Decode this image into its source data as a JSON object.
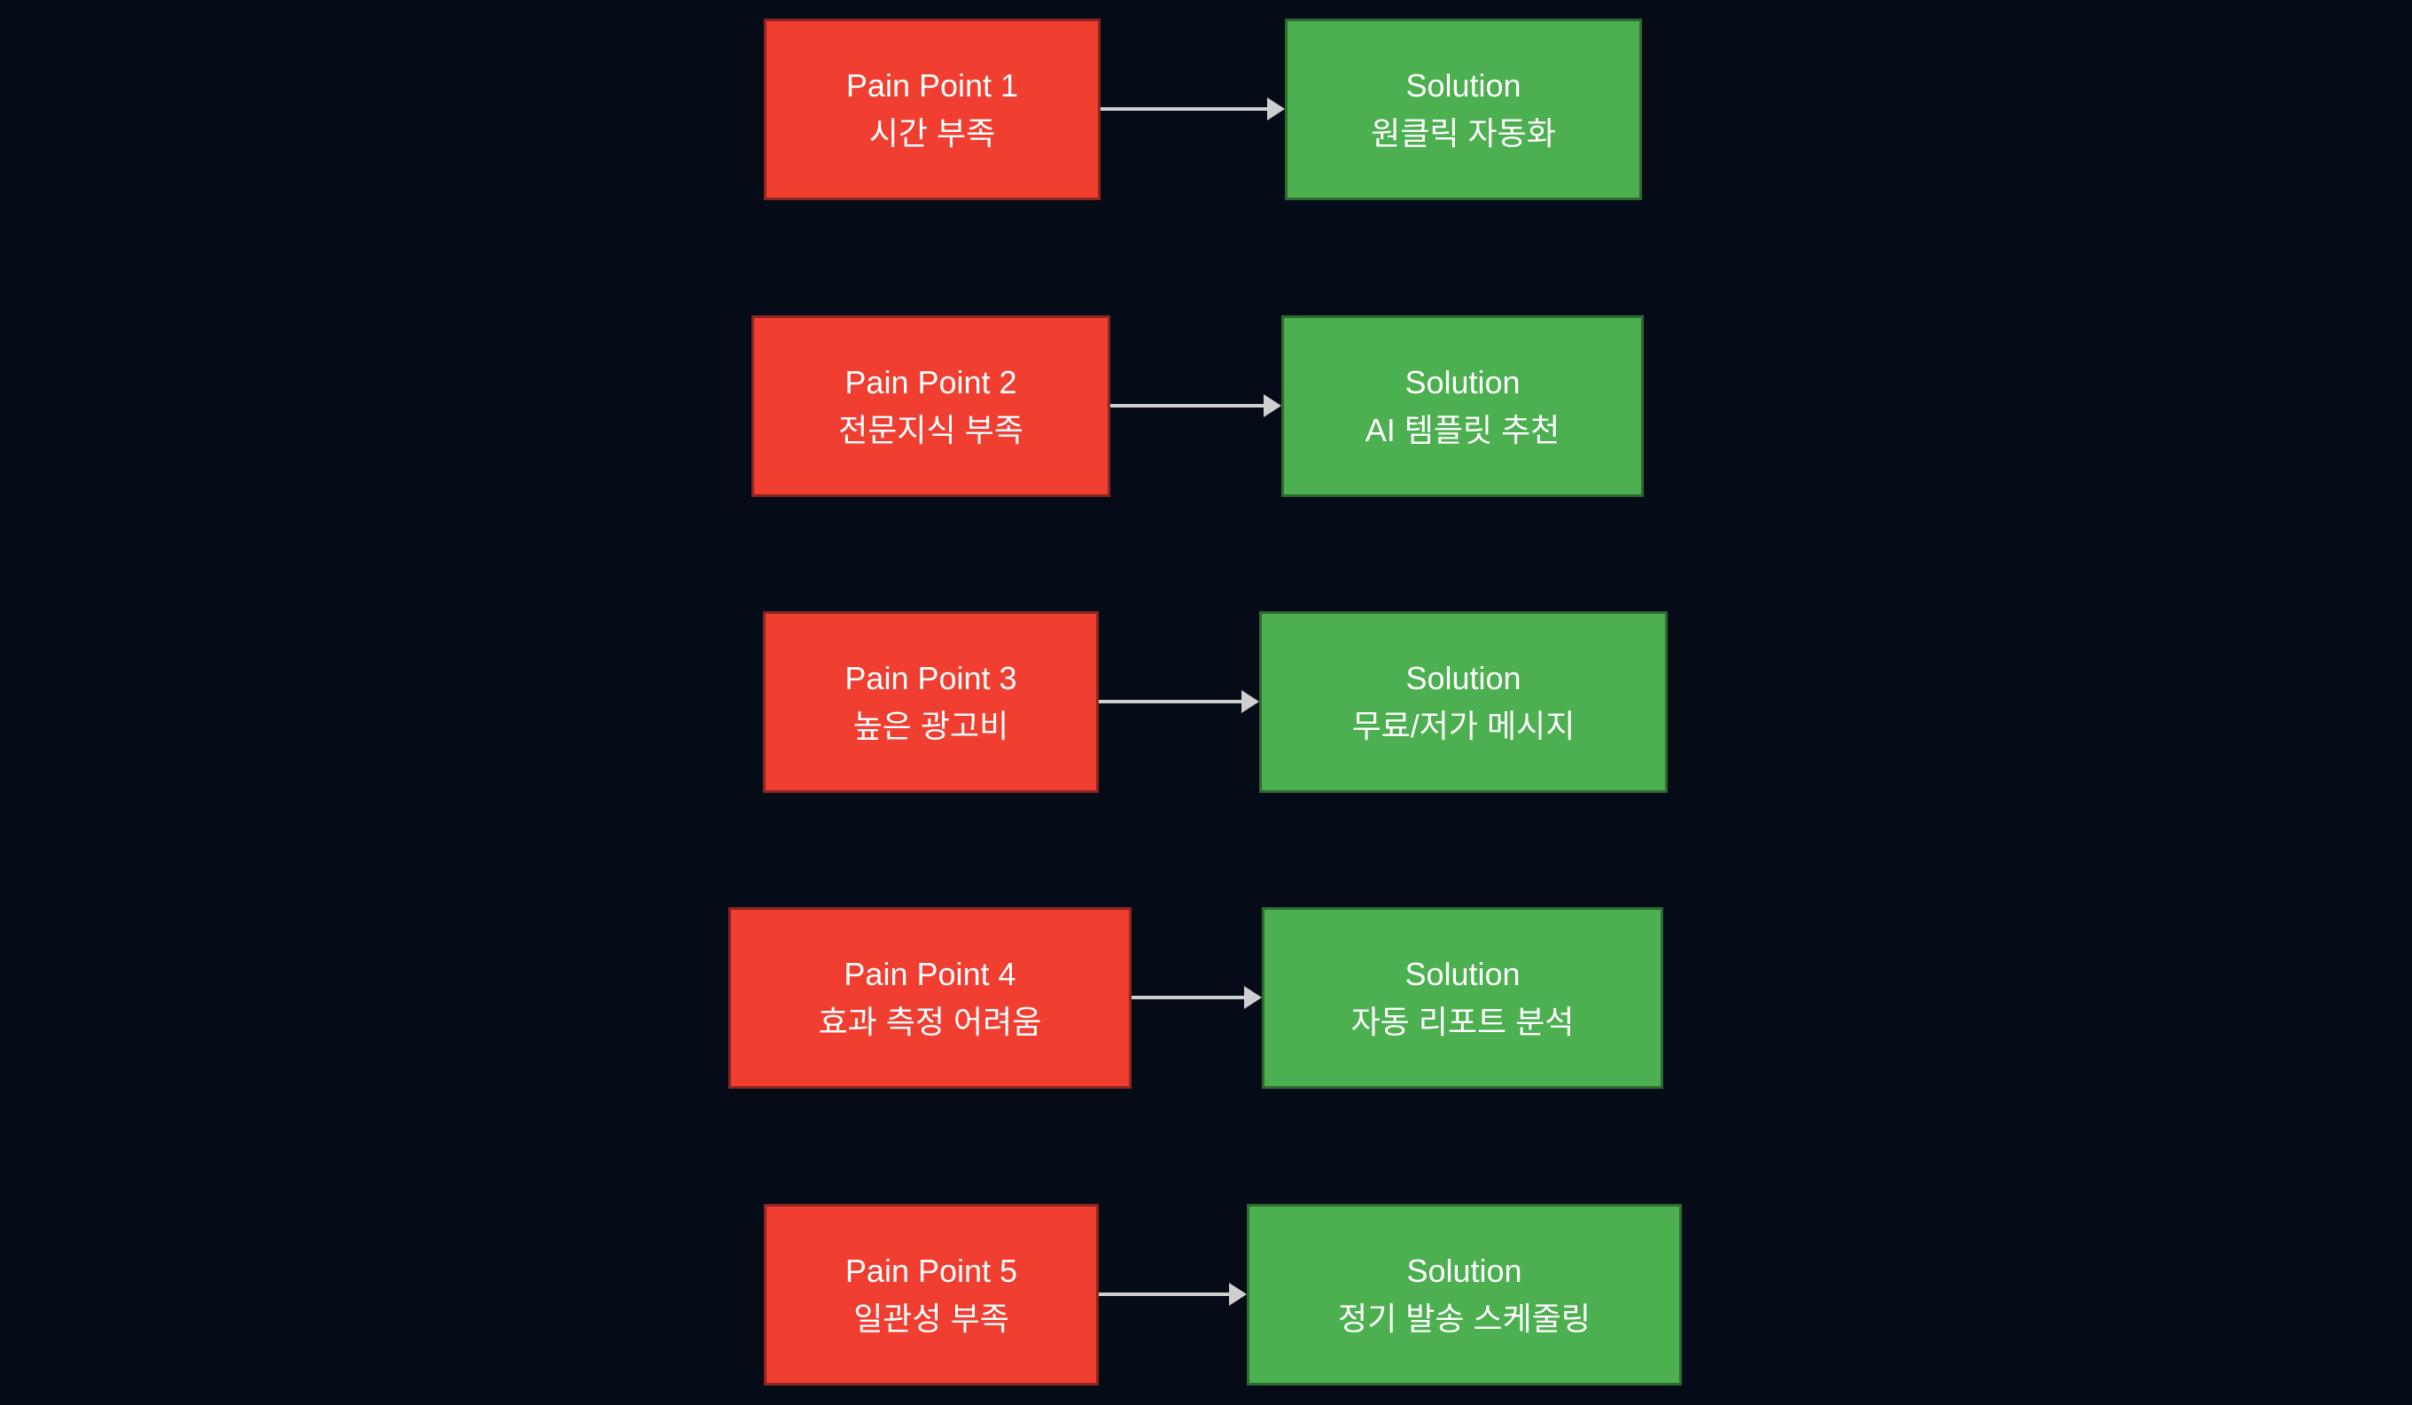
{
  "colors": {
    "background": "#050b17",
    "pain_fill": "#f03e31",
    "pain_border": "#8e2620",
    "solution_fill": "#4caf50",
    "solution_border": "#2e6b31",
    "arrow": "#cfcfcf",
    "text": "#ffffff"
  },
  "rows": [
    {
      "pain_title": "Pain Point 1",
      "pain_label": "시간 부족",
      "solution_title": "Solution",
      "solution_label": "원클릭 자동화"
    },
    {
      "pain_title": "Pain Point 2",
      "pain_label": "전문지식 부족",
      "solution_title": "Solution",
      "solution_label": "AI 템플릿 추천"
    },
    {
      "pain_title": "Pain Point 3",
      "pain_label": "높은 광고비",
      "solution_title": "Solution",
      "solution_label": "무료/저가 메시지"
    },
    {
      "pain_title": "Pain Point 4",
      "pain_label": "효과 측정 어려움",
      "solution_title": "Solution",
      "solution_label": "자동 리포트 분석"
    },
    {
      "pain_title": "Pain Point 5",
      "pain_label": "일관성 부족",
      "solution_title": "Solution",
      "solution_label": "정기 발송 스케줄링"
    }
  ]
}
